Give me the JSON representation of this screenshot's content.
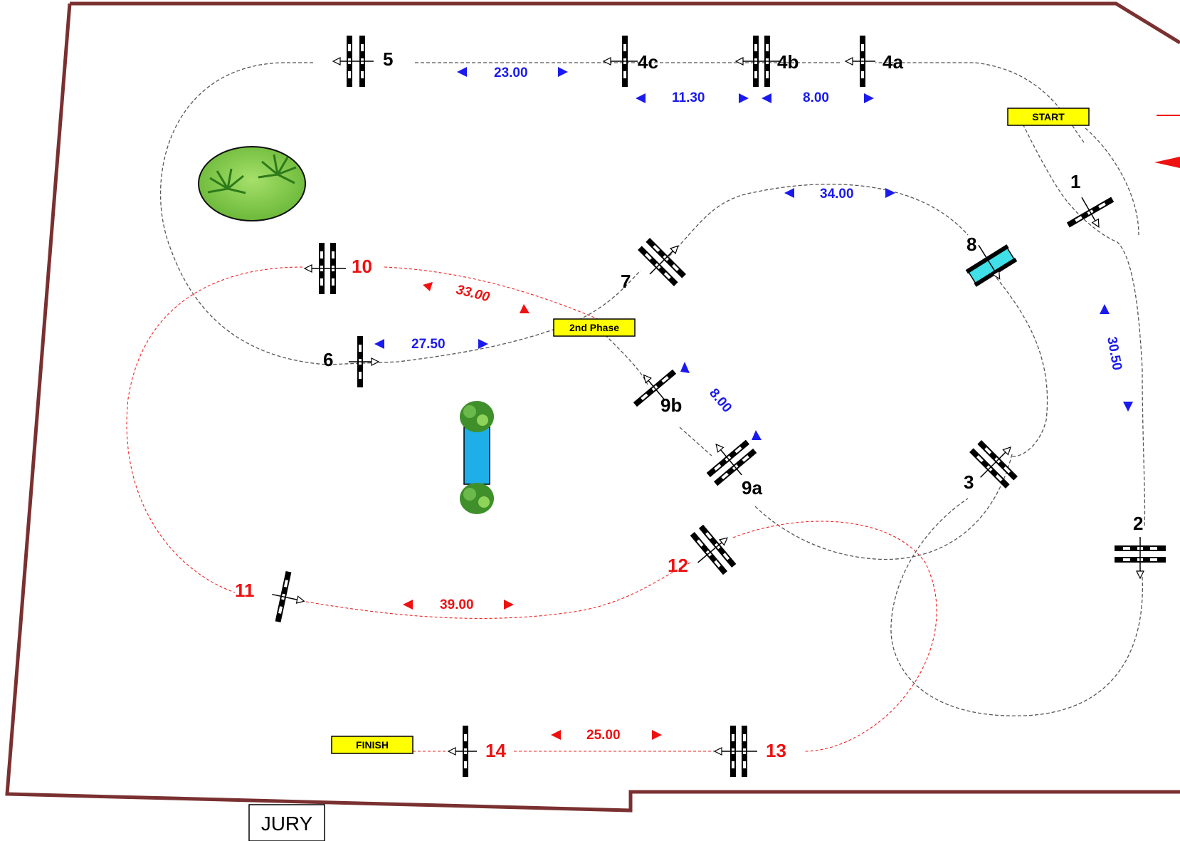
{
  "colors": {
    "phase1": "#1a1aee",
    "phase2": "#ee1111",
    "arena_border": "#7a3030",
    "path_phase1": "#555555",
    "path_phase2": "#ee2222",
    "label_bg": "#ffff00",
    "water": "#1eaee8",
    "plant": "#8fd45a"
  },
  "labels": {
    "start": "START",
    "second_phase": "2nd Phase",
    "finish": "FINISH",
    "jury": "JURY"
  },
  "jumps": {
    "j1": "1",
    "j2": "2",
    "j3": "3",
    "j4a": "4a",
    "j4b": "4b",
    "j4c": "4c",
    "j5": "5",
    "j6": "6",
    "j7": "7",
    "j8": "8",
    "j9a": "9a",
    "j9b": "9b",
    "j10": "10",
    "j11": "11",
    "j12": "12",
    "j13": "13",
    "j14": "14"
  },
  "distances": {
    "d5_4c": "23.00",
    "d4c_4b": "11.30",
    "d4b_4a": "8.00",
    "d1_2": "30.50",
    "d7_8": "34.00",
    "d6_7": "27.50",
    "d9b_9a": "8.00",
    "d10_2nd": "33.00",
    "d11_12": "39.00",
    "d13_14": "25.00"
  }
}
